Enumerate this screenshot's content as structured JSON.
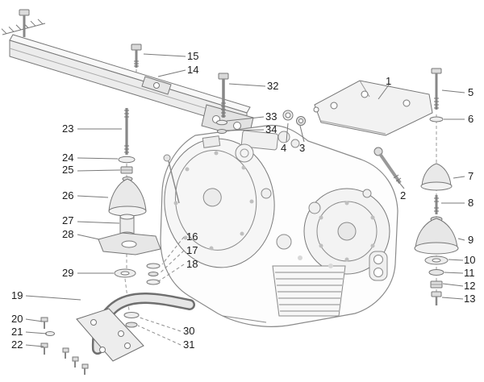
{
  "figure": {
    "background_color": "#ffffff",
    "line_color": "#6b6b6b",
    "leader_color": "#7a7a7a",
    "callout_color": "#1c1c1c"
  },
  "callouts": [
    {
      "label": "1"
    },
    {
      "label": "2"
    },
    {
      "label": "3"
    },
    {
      "label": "4"
    },
    {
      "label": "5"
    },
    {
      "label": "6"
    },
    {
      "label": "7"
    },
    {
      "label": "8"
    },
    {
      "label": "9"
    },
    {
      "label": "10"
    },
    {
      "label": "11"
    },
    {
      "label": "12"
    },
    {
      "label": "13"
    },
    {
      "label": "14"
    },
    {
      "label": "15"
    },
    {
      "label": "16"
    },
    {
      "label": "17"
    },
    {
      "label": "18"
    },
    {
      "label": "19"
    },
    {
      "label": "20"
    },
    {
      "label": "21"
    },
    {
      "label": "22"
    },
    {
      "label": "23"
    },
    {
      "label": "24"
    },
    {
      "label": "25"
    },
    {
      "label": "26"
    },
    {
      "label": "27"
    },
    {
      "label": "28"
    },
    {
      "label": "29"
    },
    {
      "label": "30"
    },
    {
      "label": "31"
    },
    {
      "label": "32"
    },
    {
      "label": "33"
    },
    {
      "label": "34"
    }
  ]
}
